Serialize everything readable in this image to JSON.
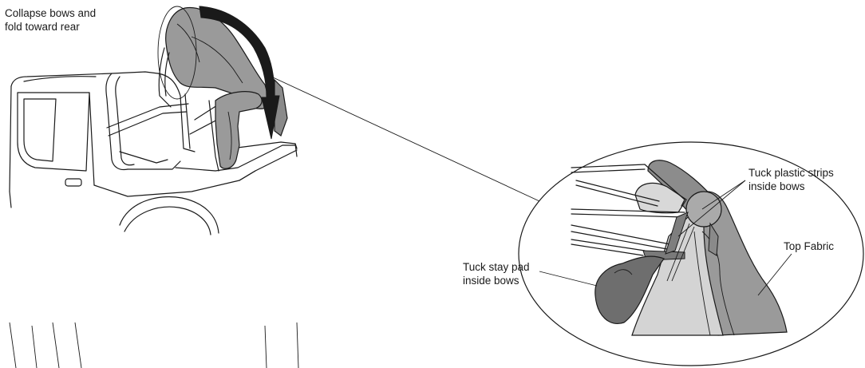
{
  "callouts": {
    "collapse": "Collapse bows and\nfold toward rear",
    "tuck_strips": "Tuck plastic strips\ninside bows",
    "top_fabric": "Top Fabric",
    "tuck_stay": "Tuck stay pad\ninside bows"
  },
  "colors": {
    "fabric_mid": "#9a9a9a",
    "fabric_light": "#cfcfcf",
    "fabric_dark": "#6e6e6e",
    "arrow": "#1a1a1a",
    "line": "#1a1a1a"
  }
}
